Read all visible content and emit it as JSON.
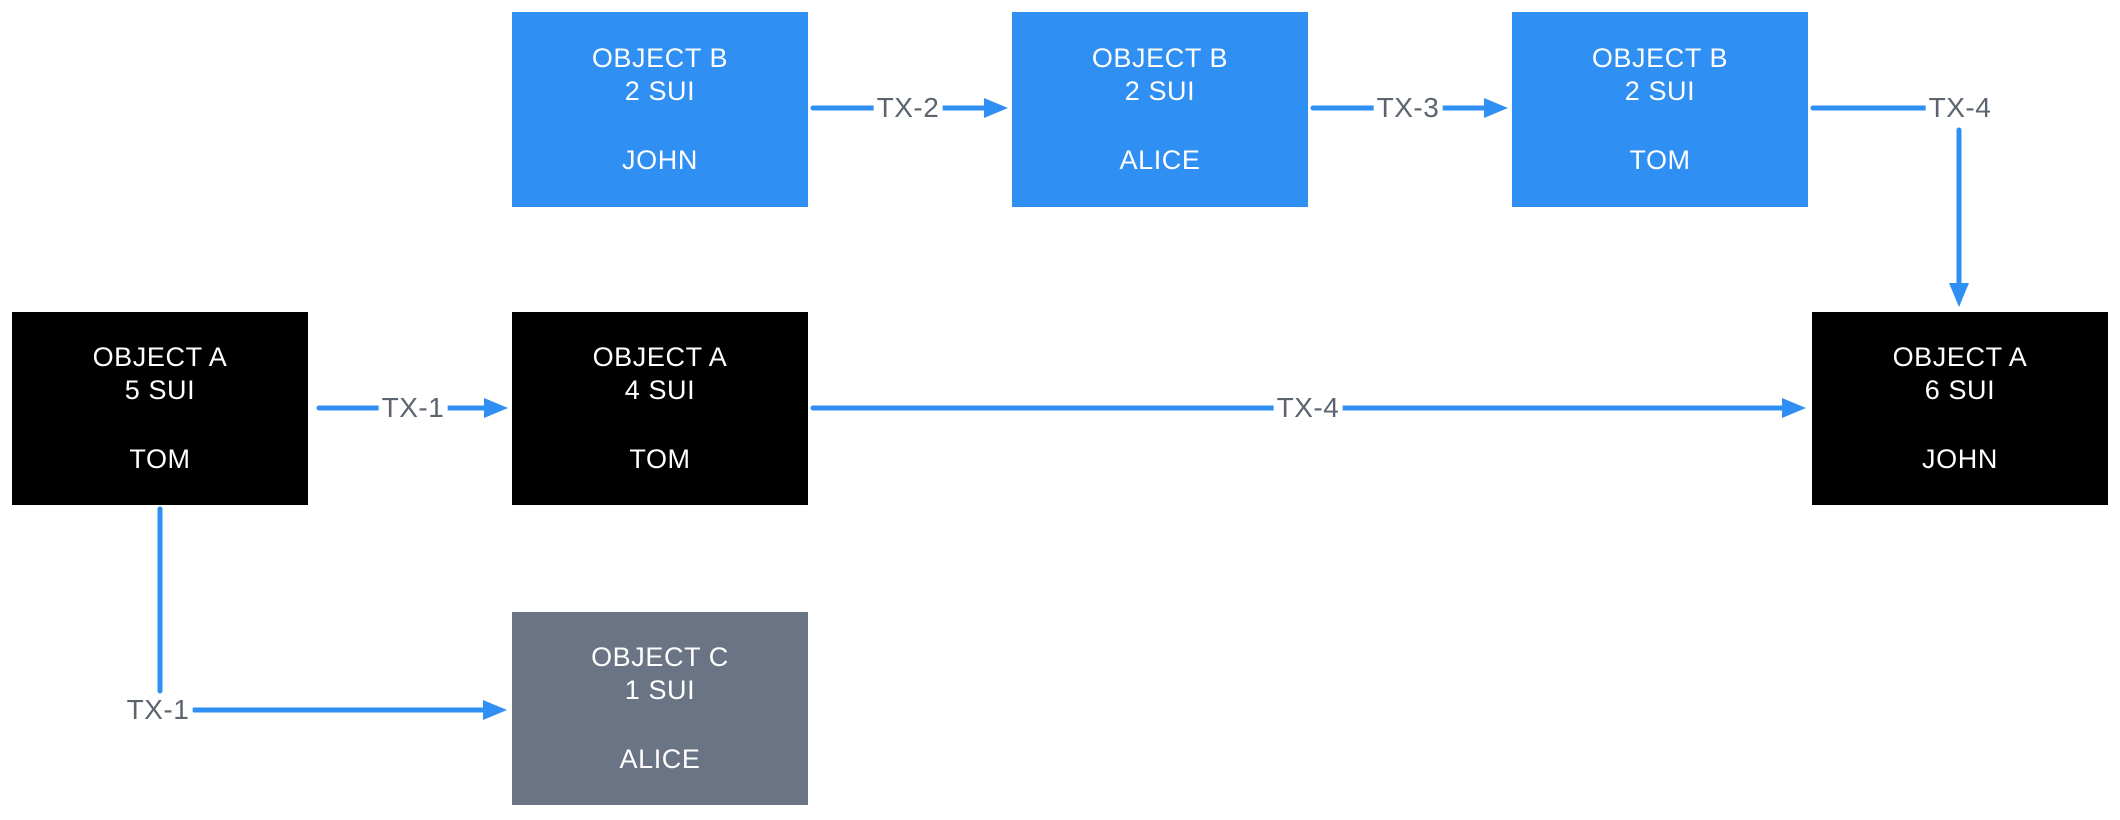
{
  "diagram": {
    "description": "Object transaction flow diagram",
    "colors": {
      "blue_box": "#2F8FF2",
      "black_box": "#000000",
      "gray_box": "#6B7484",
      "arrow": "#2F8FF2",
      "edge_label": "#5C6470",
      "box_text": "#FFFFFF",
      "background": "#FFFFFF"
    },
    "nodes": [
      {
        "id": "object-b-john",
        "title": "OBJECT B",
        "amount": "2 SUI",
        "owner": "JOHN",
        "color": "blue"
      },
      {
        "id": "object-b-alice",
        "title": "OBJECT B",
        "amount": "2 SUI",
        "owner": "ALICE",
        "color": "blue"
      },
      {
        "id": "object-b-tom",
        "title": "OBJECT B",
        "amount": "2 SUI",
        "owner": "TOM",
        "color": "blue"
      },
      {
        "id": "object-a-tom-5",
        "title": "OBJECT A",
        "amount": "5 SUI",
        "owner": "TOM",
        "color": "black"
      },
      {
        "id": "object-a-tom-4",
        "title": "OBJECT A",
        "amount": "4 SUI",
        "owner": "TOM",
        "color": "black"
      },
      {
        "id": "object-a-john-6",
        "title": "OBJECT A",
        "amount": "6 SUI",
        "owner": "JOHN",
        "color": "black"
      },
      {
        "id": "object-c-alice",
        "title": "OBJECT C",
        "amount": "1 SUI",
        "owner": "ALICE",
        "color": "gray"
      }
    ],
    "edges": [
      {
        "label": "TX-1",
        "from": "object-a-tom-5",
        "to": "object-a-tom-4"
      },
      {
        "label": "TX-1",
        "from": "object-a-tom-5",
        "to": "object-c-alice"
      },
      {
        "label": "TX-2",
        "from": "object-b-john",
        "to": "object-b-alice"
      },
      {
        "label": "TX-3",
        "from": "object-b-alice",
        "to": "object-b-tom"
      },
      {
        "label": "TX-4",
        "from": "object-b-tom",
        "to": "object-a-john-6"
      },
      {
        "label": "TX-4",
        "from": "object-a-tom-4",
        "to": "object-a-john-6"
      }
    ]
  }
}
